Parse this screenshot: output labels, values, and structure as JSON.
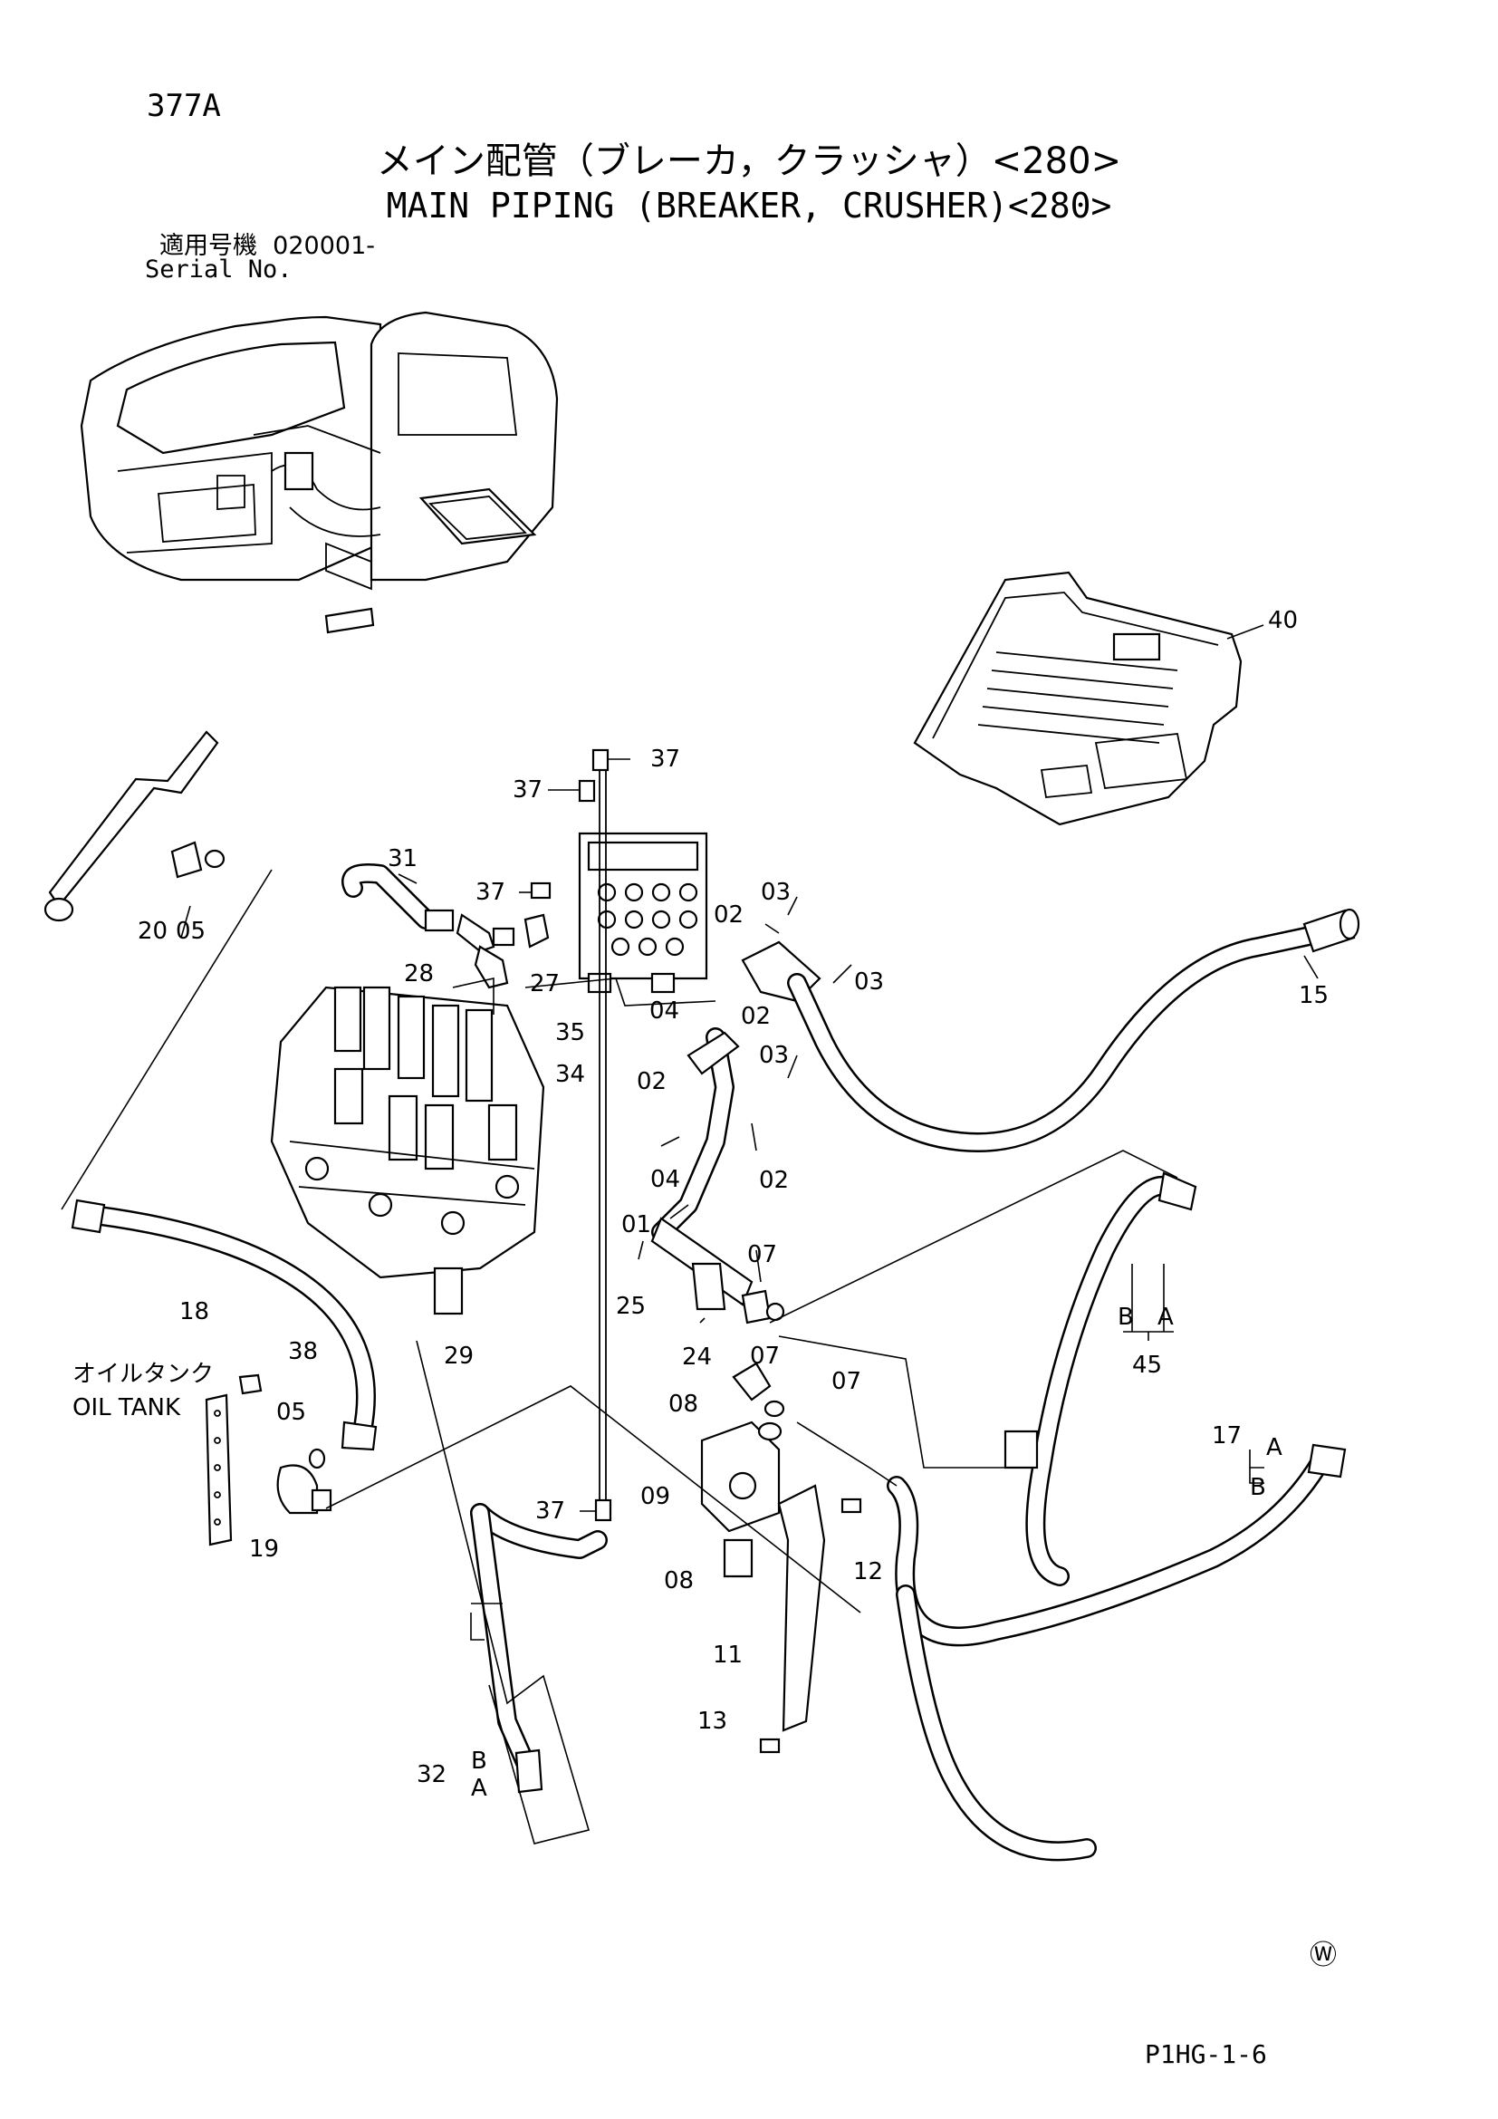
{
  "page": {
    "number": "377A",
    "title_ja": "メイン配管（ブレーカ，クラッシャ）<280>",
    "title_en": "MAIN PIPING (BREAKER, CRUSHER)<280>",
    "serial_label_ja": "適用号機",
    "serial_value": "020001-",
    "serial_label_en": "Serial No.",
    "drawing_code": "P1HG-1-6",
    "watermark": "Ⓦ"
  },
  "diagram": {
    "oil_tank_label_ja": "オイルタンク",
    "oil_tank_label_en": "OIL TANK",
    "callouts": [
      {
        "id": "c-37a",
        "text": "37"
      },
      {
        "id": "c-37b",
        "text": "37"
      },
      {
        "id": "c-37c",
        "text": "37"
      },
      {
        "id": "c-37d",
        "text": "37"
      },
      {
        "id": "c-40",
        "text": "40"
      },
      {
        "id": "c-31",
        "text": "31"
      },
      {
        "id": "c-20",
        "text": "20"
      },
      {
        "id": "c-05a",
        "text": "05"
      },
      {
        "id": "c-03a",
        "text": "03"
      },
      {
        "id": "c-02a",
        "text": "02"
      },
      {
        "id": "c-03b",
        "text": "03"
      },
      {
        "id": "c-28",
        "text": "28"
      },
      {
        "id": "c-27",
        "text": "27"
      },
      {
        "id": "c-04a",
        "text": "04"
      },
      {
        "id": "c-02b",
        "text": "02"
      },
      {
        "id": "c-15",
        "text": "15"
      },
      {
        "id": "c-35",
        "text": "35"
      },
      {
        "id": "c-03c",
        "text": "03"
      },
      {
        "id": "c-34",
        "text": "34"
      },
      {
        "id": "c-02c",
        "text": "02"
      },
      {
        "id": "c-04b",
        "text": "04"
      },
      {
        "id": "c-02d",
        "text": "02"
      },
      {
        "id": "c-01",
        "text": "01"
      },
      {
        "id": "c-07a",
        "text": "07"
      },
      {
        "id": "c-18",
        "text": "18"
      },
      {
        "id": "c-25",
        "text": "25"
      },
      {
        "id": "c-24",
        "text": "24"
      },
      {
        "id": "c-b45",
        "text": "B"
      },
      {
        "id": "c-a45",
        "text": "A"
      },
      {
        "id": "c-45",
        "text": "45"
      },
      {
        "id": "c-38",
        "text": "38"
      },
      {
        "id": "c-29",
        "text": "29"
      },
      {
        "id": "c-07b",
        "text": "07"
      },
      {
        "id": "c-07c",
        "text": "07"
      },
      {
        "id": "c-08a",
        "text": "08"
      },
      {
        "id": "c-05b",
        "text": "05"
      },
      {
        "id": "c-17",
        "text": "17"
      },
      {
        "id": "c-a17",
        "text": "A"
      },
      {
        "id": "c-b17",
        "text": "B"
      },
      {
        "id": "c-09",
        "text": "09"
      },
      {
        "id": "c-19",
        "text": "19"
      },
      {
        "id": "c-12",
        "text": "12"
      },
      {
        "id": "c-08b",
        "text": "08"
      },
      {
        "id": "c-11",
        "text": "11"
      },
      {
        "id": "c-13",
        "text": "13"
      },
      {
        "id": "c-32",
        "text": "32"
      },
      {
        "id": "c-b32",
        "text": "B"
      },
      {
        "id": "c-a32",
        "text": "A"
      }
    ]
  }
}
